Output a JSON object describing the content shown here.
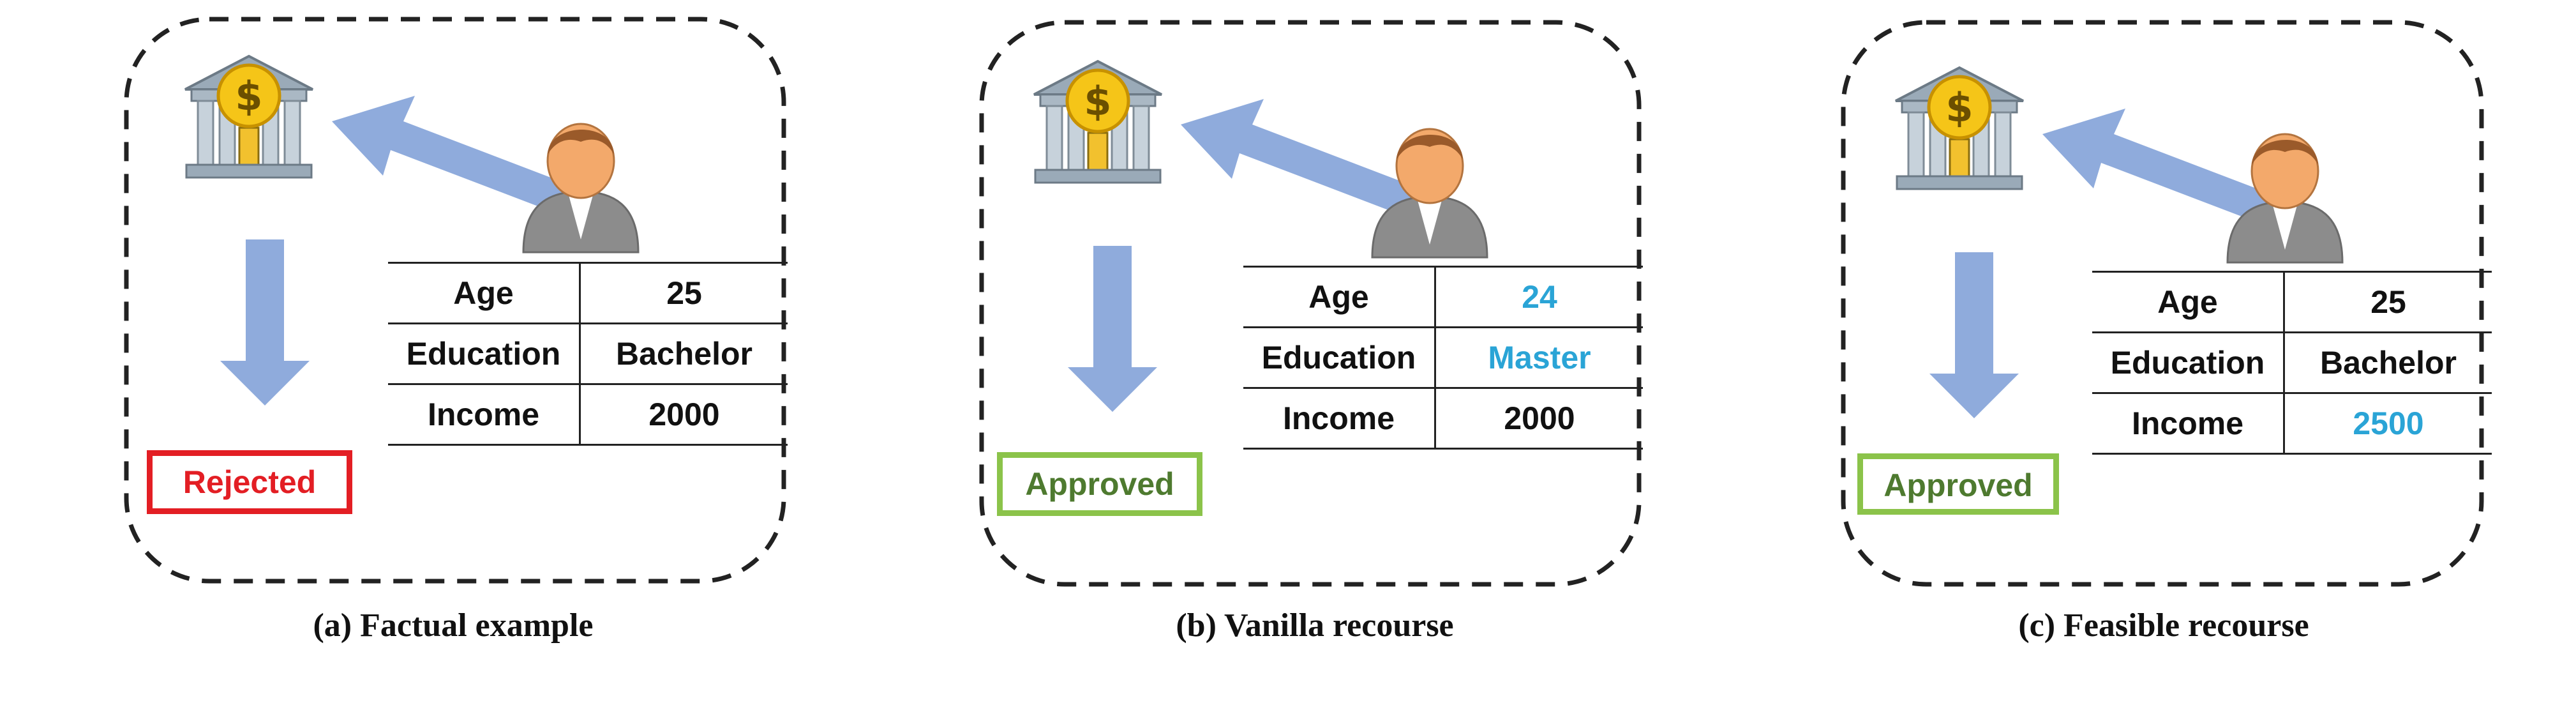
{
  "panels": [
    {
      "caption": "(a) Factual example",
      "decision": "Rejected",
      "decision_status": "rejected",
      "rows": [
        {
          "key": "Age",
          "value": "25",
          "changed": false
        },
        {
          "key": "Education",
          "value": "Bachelor",
          "changed": false
        },
        {
          "key": "Income",
          "value": "2000",
          "changed": false
        }
      ]
    },
    {
      "caption": "(b) Vanilla recourse",
      "decision": "Approved",
      "decision_status": "approved",
      "rows": [
        {
          "key": "Age",
          "value": "24",
          "changed": true
        },
        {
          "key": "Education",
          "value": "Master",
          "changed": true
        },
        {
          "key": "Income",
          "value": "2000",
          "changed": false
        }
      ]
    },
    {
      "caption": "(c) Feasible recourse",
      "decision": "Approved",
      "decision_status": "approved",
      "rows": [
        {
          "key": "Age",
          "value": "25",
          "changed": false
        },
        {
          "key": "Education",
          "value": "Bachelor",
          "changed": false
        },
        {
          "key": "Income",
          "value": "2500",
          "changed": true
        }
      ]
    }
  ],
  "bank_symbol": "$",
  "colors": {
    "rejected": "#e31e24",
    "approved_border": "#8bc34a",
    "approved_text": "#4e7a2f",
    "changed_value": "#2aa4d6",
    "arrow": "#8fabdc"
  },
  "icons": [
    "bank-icon",
    "person-icon",
    "arrow-icon"
  ]
}
